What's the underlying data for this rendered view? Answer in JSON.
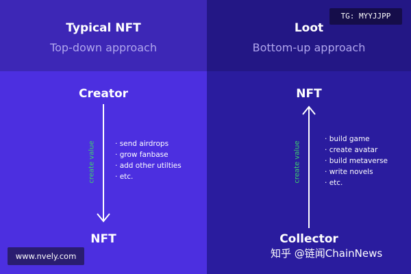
{
  "left": {
    "title": "Typical NFT",
    "subtitle": "Top-down approach",
    "top_node": "Creator",
    "bottom_node": "NFT",
    "axis_label": "create value",
    "arrow_direction": "down",
    "items": [
      "send airdrops",
      "grow fanbase",
      "add other utilties",
      "etc."
    ]
  },
  "right": {
    "title": "Loot",
    "subtitle": "Bottom-up approach",
    "top_node": "NFT",
    "bottom_node": "Collector",
    "axis_label": "create value",
    "arrow_direction": "up",
    "items": [
      "build game",
      "create avatar",
      "build metaverse",
      "write novels",
      "etc."
    ]
  },
  "overlays": {
    "tg_badge": "TG: MYYJJPP",
    "url_badge": "www.nvely.com",
    "watermark": "知乎 @链闻ChainNews"
  },
  "colors": {
    "left_panel": "#4c2fe0",
    "right_panel": "#2a1c9e",
    "label_green": "#3ed16b",
    "arrow": "#ffffff"
  }
}
